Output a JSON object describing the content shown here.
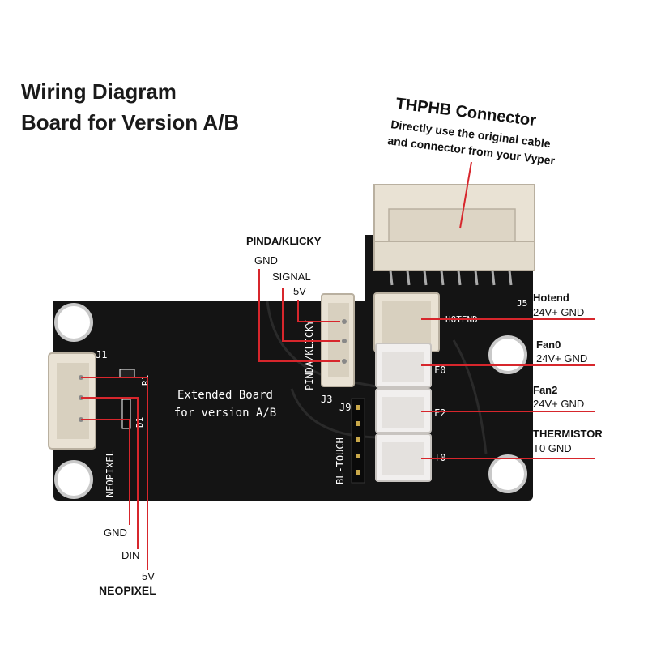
{
  "title": {
    "line1": "Wiring Diagram",
    "line2": "Board for Version A/B"
  },
  "thphb": {
    "heading": "THPHB Connector",
    "desc_line1": "Directly use the original cable",
    "desc_line2": "and connector from your Vyper"
  },
  "pinda": {
    "heading": "PINDA/KLICKY",
    "gnd": "GND",
    "signal": "SIGNAL",
    "v5": "5V"
  },
  "hotend": {
    "heading": "Hotend",
    "pins": "24V+ GND"
  },
  "fan0": {
    "heading": "Fan0",
    "pins": "24V+ GND"
  },
  "fan2": {
    "heading": "Fan2",
    "pins": "24V+ GND"
  },
  "thermistor": {
    "heading": "THERMISTOR",
    "pins": "T0  GND"
  },
  "neopixel": {
    "heading": "NEOPIXEL",
    "gnd": "GND",
    "din": "DIN",
    "v5": "5V"
  },
  "silkscreen": {
    "board_line1": "Extended Board",
    "board_line2": "for version A/B",
    "pinda_klicky": "PINDA/KLICKY",
    "j3": "J3",
    "j9": "J9",
    "bl_touch": "BL-TOUCH",
    "j1": "J1",
    "neopixel": "NEOPIXEL",
    "r1": "R1",
    "d1": "D1",
    "hotend": "HOTEND",
    "j5": "J5",
    "f0": "F0",
    "f2": "F2",
    "t0": "T0"
  },
  "colors": {
    "pcb": "#141414",
    "wire": "#d7262c",
    "connector": "#e9e2d4",
    "silkscreen": "#ffffff"
  }
}
